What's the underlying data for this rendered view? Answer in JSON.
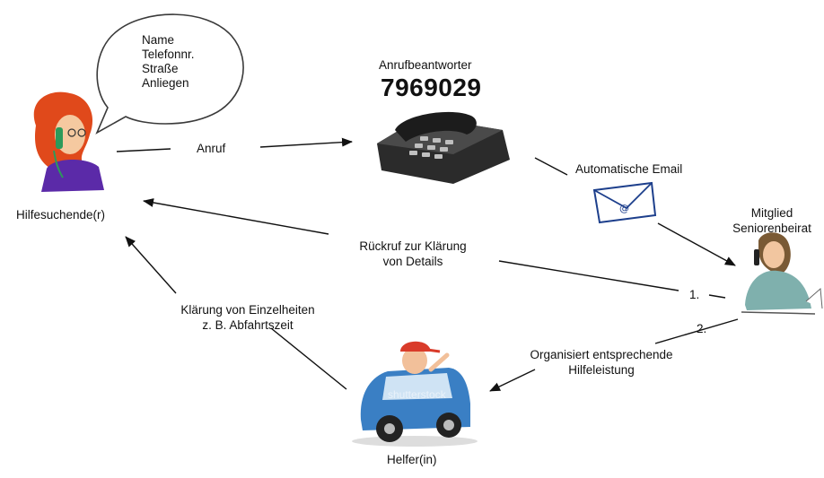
{
  "speech_bubble": {
    "lines": [
      "Name",
      "Telefonnr.",
      "Straße",
      "Anliegen"
    ]
  },
  "nodes": {
    "caller": "Hilfesuchende(r)",
    "answering_machine_title": "Anrufbeantworter",
    "answering_machine_number": "7969029",
    "member_line1": "Mitglied",
    "member_line2": "Seniorenbeirat",
    "helper": "Helfer(in)"
  },
  "edges": {
    "call": "Anruf",
    "auto_email": "Automatische Email",
    "callback_line1": "Rückruf zur Klärung",
    "callback_line2": "von Details",
    "clarify_line1": "Klärung von Einzelheiten",
    "clarify_line2": "z. B. Abfahrtszeit",
    "organize_line1": "Organisiert entsprechende",
    "organize_line2": "Hilfeleistung",
    "step1": "1.",
    "step2": "2."
  },
  "watermark": "shutterstock",
  "colors": {
    "line": "#111111",
    "hair": "#d9421a",
    "car": "#3a7fc4",
    "member_shirt": "#7fb0ad"
  }
}
